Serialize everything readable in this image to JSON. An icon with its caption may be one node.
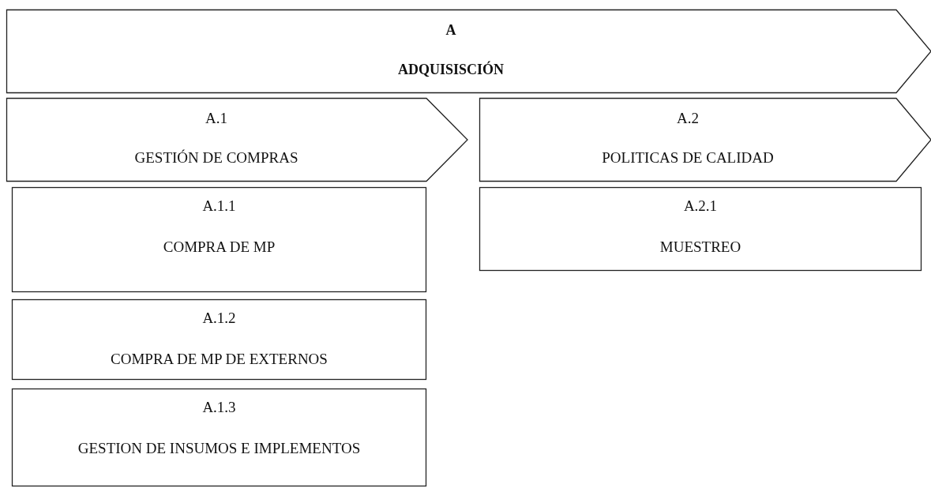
{
  "diagram": {
    "nodes": [
      {
        "text": [
          "A",
          "ADQUISISCIÓN"
        ]
      },
      {
        "text": [
          "A.1",
          "GESTIÓN DE COMPRAS"
        ]
      },
      {
        "text": [
          "A.2",
          "POLITICAS DE CALIDAD"
        ]
      },
      {
        "text": [
          "A.1.1",
          "COMPRA DE MP"
        ]
      },
      {
        "text": [
          "A.1.2",
          "COMPRA DE MP DE EXTERNOS"
        ]
      },
      {
        "text": [
          "A.1.3",
          "GESTION DE INSUMOS E IMPLEMENTOS"
        ]
      },
      {
        "text": [
          "A.2.1",
          "MUESTREO"
        ]
      }
    ]
  }
}
